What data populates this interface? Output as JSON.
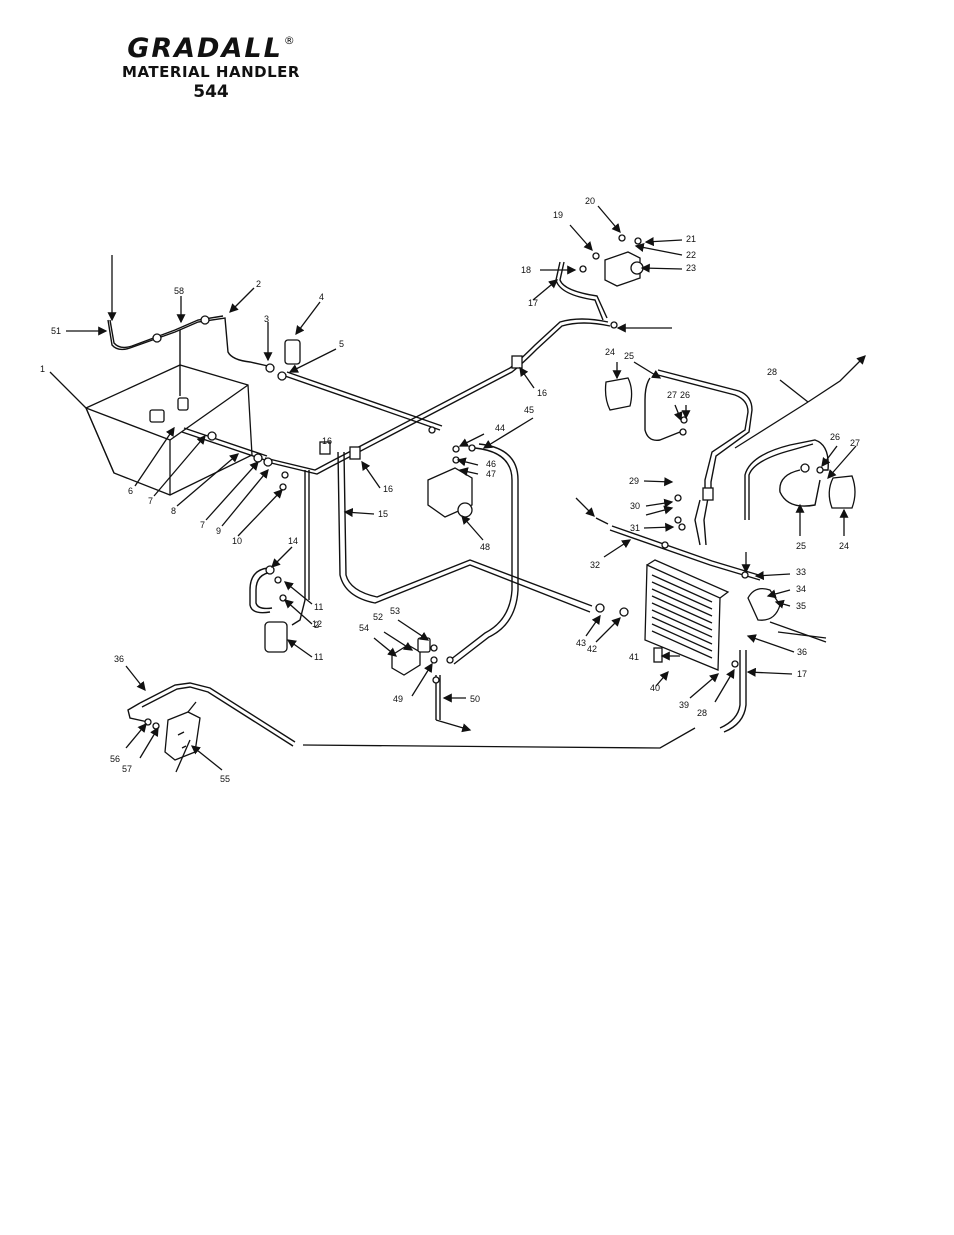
{
  "header": {
    "brand": "GRADALL",
    "registered_mark": "®",
    "subtitle": "MATERIAL HANDLER",
    "model": "544"
  },
  "callouts": [
    {
      "id": "1",
      "text": "1"
    },
    {
      "id": "2a",
      "text": "2"
    },
    {
      "id": "2b",
      "text": "2"
    },
    {
      "id": "3",
      "text": "3"
    },
    {
      "id": "4",
      "text": "4"
    },
    {
      "id": "5",
      "text": "5"
    },
    {
      "id": "6",
      "text": "6"
    },
    {
      "id": "7a",
      "text": "7"
    },
    {
      "id": "7b",
      "text": "7"
    },
    {
      "id": "8",
      "text": "8"
    },
    {
      "id": "9",
      "text": "9"
    },
    {
      "id": "10",
      "text": "10"
    },
    {
      "id": "11a",
      "text": "11"
    },
    {
      "id": "11b",
      "text": "11"
    },
    {
      "id": "12",
      "text": "12"
    },
    {
      "id": "14",
      "text": "14"
    },
    {
      "id": "15",
      "text": "15"
    },
    {
      "id": "16a",
      "text": "16"
    },
    {
      "id": "16b",
      "text": "16"
    },
    {
      "id": "16c",
      "text": "16"
    },
    {
      "id": "17a",
      "text": "17"
    },
    {
      "id": "17b",
      "text": "17"
    },
    {
      "id": "18",
      "text": "18"
    },
    {
      "id": "19",
      "text": "19"
    },
    {
      "id": "20",
      "text": "20"
    },
    {
      "id": "21",
      "text": "21"
    },
    {
      "id": "22",
      "text": "22"
    },
    {
      "id": "23",
      "text": "23"
    },
    {
      "id": "24a",
      "text": "24"
    },
    {
      "id": "24b",
      "text": "24"
    },
    {
      "id": "25a",
      "text": "25"
    },
    {
      "id": "25b",
      "text": "25"
    },
    {
      "id": "26a",
      "text": "26"
    },
    {
      "id": "26b",
      "text": "26"
    },
    {
      "id": "27a",
      "text": "27"
    },
    {
      "id": "27b",
      "text": "27"
    },
    {
      "id": "28a",
      "text": "28"
    },
    {
      "id": "28b",
      "text": "28"
    },
    {
      "id": "29",
      "text": "29"
    },
    {
      "id": "30",
      "text": "30"
    },
    {
      "id": "31",
      "text": "31"
    },
    {
      "id": "32",
      "text": "32"
    },
    {
      "id": "33",
      "text": "33"
    },
    {
      "id": "34",
      "text": "34"
    },
    {
      "id": "35",
      "text": "35"
    },
    {
      "id": "36a",
      "text": "36"
    },
    {
      "id": "36b",
      "text": "36"
    },
    {
      "id": "39",
      "text": "39"
    },
    {
      "id": "40",
      "text": "40"
    },
    {
      "id": "41",
      "text": "41"
    },
    {
      "id": "42",
      "text": "42"
    },
    {
      "id": "43",
      "text": "43"
    },
    {
      "id": "44",
      "text": "44"
    },
    {
      "id": "45",
      "text": "45"
    },
    {
      "id": "46",
      "text": "46"
    },
    {
      "id": "47",
      "text": "47"
    },
    {
      "id": "48",
      "text": "48"
    },
    {
      "id": "49",
      "text": "49"
    },
    {
      "id": "50",
      "text": "50"
    },
    {
      "id": "51",
      "text": "51"
    },
    {
      "id": "52",
      "text": "52"
    },
    {
      "id": "53",
      "text": "53"
    },
    {
      "id": "54",
      "text": "54"
    },
    {
      "id": "55",
      "text": "55"
    },
    {
      "id": "56",
      "text": "56"
    },
    {
      "id": "57",
      "text": "57"
    },
    {
      "id": "58",
      "text": "58"
    }
  ]
}
